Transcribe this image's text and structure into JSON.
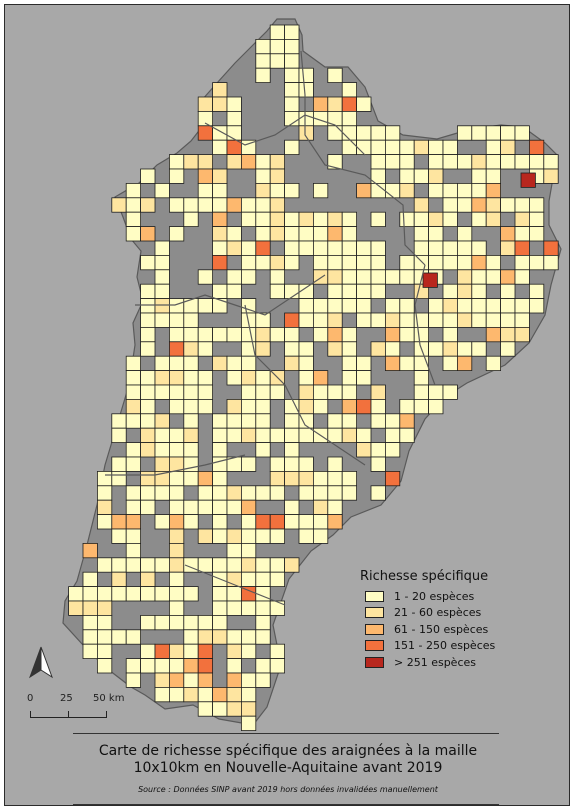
{
  "map": {
    "title_line_1": "Carte de richesse spécifique des araignées à la maille",
    "title_line_2": "10x10km en Nouvelle-Aquitaine avant 2019",
    "source": "Source : Données SINP avant 2019 hors données invalidées manuellement",
    "colors": {
      "sea": "#a8a8a8",
      "region": "#8c8c8c",
      "border": "#5a5a5a"
    }
  },
  "legend": {
    "title": "Richesse spécifique",
    "classes": [
      {
        "label": "1 - 20 espèces",
        "color": "#fffdc4"
      },
      {
        "label": "21 - 60 espèces",
        "color": "#fee5a0"
      },
      {
        "label": "61 - 150 espèces",
        "color": "#fdb86e"
      },
      {
        "label": "151 - 250 espèces",
        "color": "#f2713d"
      },
      {
        "label": "> 251 espèces",
        "color": "#b8271e"
      }
    ]
  },
  "scale": {
    "labels": [
      "0",
      "25",
      "50 km"
    ]
  },
  "north_arrow": {
    "icon": "north-arrow-icon"
  }
}
